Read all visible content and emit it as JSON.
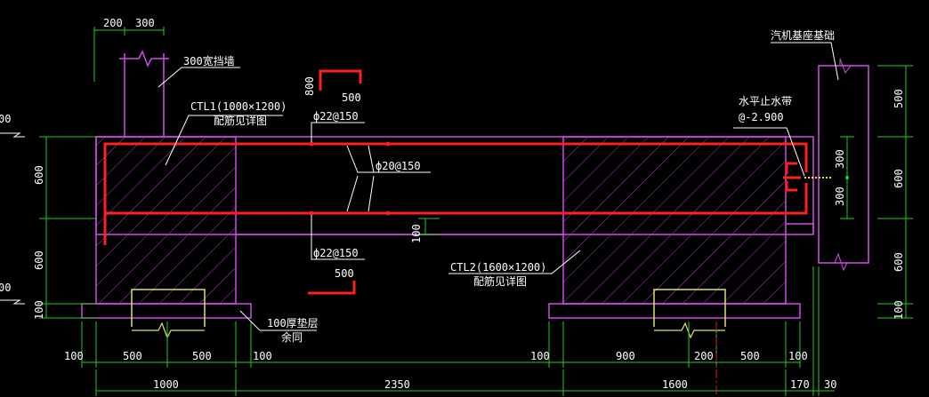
{
  "colors": {
    "background": "#000000",
    "concrete_outline": "#d24be8",
    "hatch": "#b040c8",
    "rebar": "#ff2020",
    "dimension": "#22cc22",
    "text": "#ffffff",
    "leader": "#ffffff",
    "pile_cap": "#e0e060",
    "centerline": "#cc2020"
  },
  "dims": {
    "top_200": "200",
    "top_300": "300",
    "left_600_upper": "600",
    "left_600_lower": "600",
    "left_100": "100",
    "left_cut_upper": "00",
    "left_cut_lower": "00",
    "hook_top_800": "800",
    "hook_top_500": "500",
    "hook_bot_500": "500",
    "mid_100": "100",
    "wf_300_upper": "300",
    "wf_300_lower": "300",
    "right_500": "500",
    "right_600_upper": "600",
    "right_600_lower": "600",
    "right_100": "100",
    "row1": [
      "100",
      "500",
      "500",
      "100",
      "100",
      "900",
      "200",
      "500",
      "100"
    ],
    "row2": [
      "1000",
      "2350",
      "1600",
      "170",
      "30"
    ]
  },
  "labels": {
    "retaining_wall": "300宽挡墙",
    "ctl1": "CTL1(1000×1200)",
    "ctl1_note": "配筋见详图",
    "ctl2": "CTL2(1600×1200)",
    "ctl2_note": "配筋见详图",
    "bar_top": "ф22@150",
    "bar_mid": "ф20@150",
    "bar_bot": "ф22@150",
    "waterstop": "水平止水带",
    "waterstop_elev": "@-2.900",
    "foundation": "汽机基座基础",
    "cushion": "100厚垫层",
    "cushion_note": "余同"
  }
}
